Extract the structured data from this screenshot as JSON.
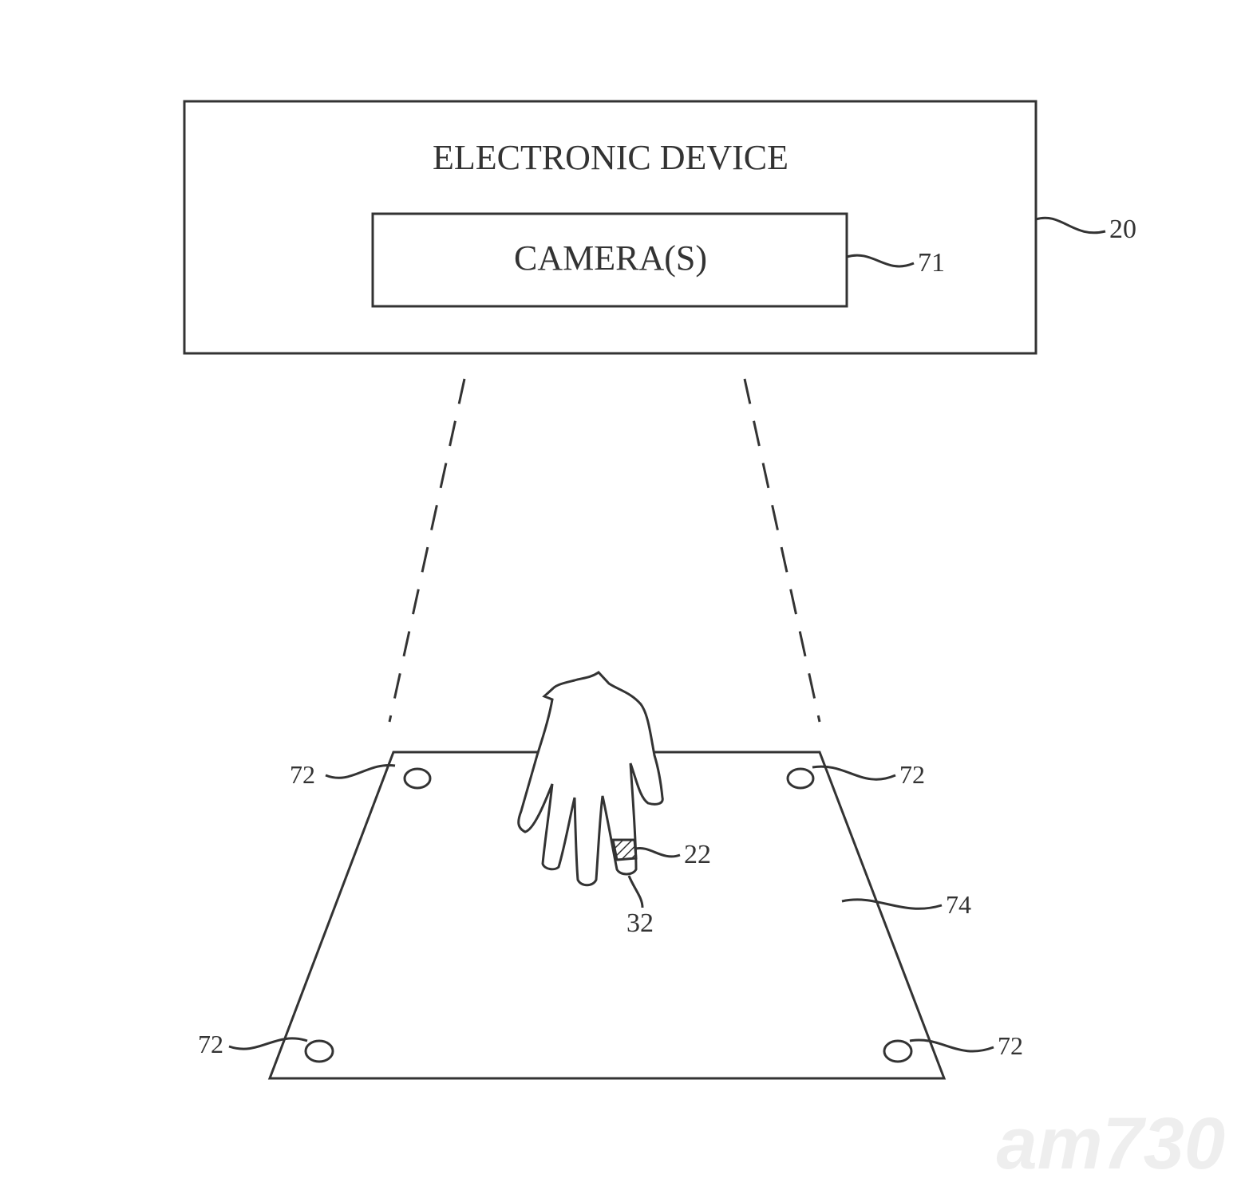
{
  "device": {
    "title": "ELECTRONIC DEVICE",
    "ref": "20"
  },
  "camera": {
    "title": "CAMERA(S)",
    "ref": "71"
  },
  "markers": {
    "ref": "72"
  },
  "surface": {
    "ref": "74"
  },
  "ring": {
    "ref": "22"
  },
  "finger": {
    "ref": "32"
  },
  "watermark": {
    "text": "am730"
  }
}
